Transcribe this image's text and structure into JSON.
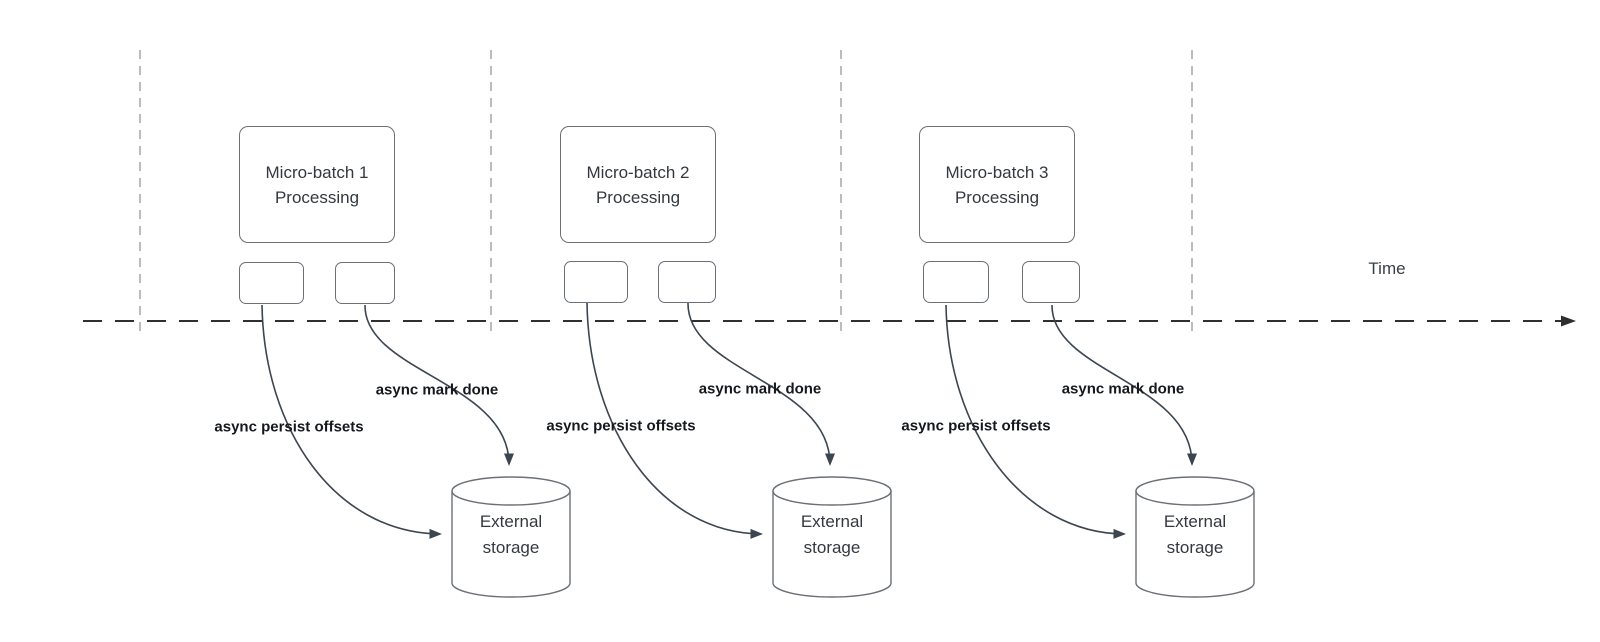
{
  "diagram": {
    "time_axis_label": "Time",
    "groups": [
      {
        "box_title": "Micro-batch 1\nProcessing",
        "persist_arrow_label": "async persist offsets",
        "mark_done_arrow_label": "async mark done",
        "storage_title": "External\nstorage"
      },
      {
        "box_title": "Micro-batch 2\nProcessing",
        "persist_arrow_label": "async persist offsets",
        "mark_done_arrow_label": "async mark done",
        "storage_title": "External\nstorage"
      },
      {
        "box_title": "Micro-batch 3\nProcessing",
        "persist_arrow_label": "async persist offsets",
        "mark_done_arrow_label": "async mark done",
        "storage_title": "External\nstorage"
      }
    ],
    "colors": {
      "background": "#ffffff",
      "shape_stroke": "#6b7076",
      "arrow_stroke": "#3c4650",
      "gridline_stroke": "#ababab",
      "axis_stroke": "#2f2f2f",
      "label_text": "#15191d",
      "shape_text": "#33393f"
    }
  }
}
